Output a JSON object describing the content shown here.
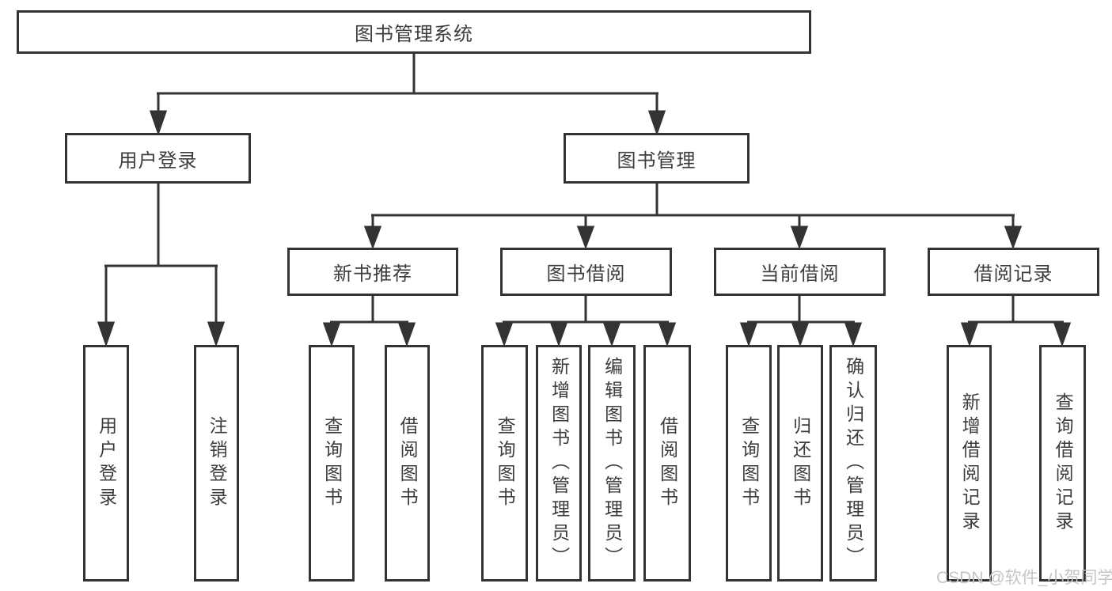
{
  "diagram": {
    "root": {
      "label": "图书管理系统"
    },
    "branches": [
      {
        "label": "用户登录",
        "children": [
          "用户登录",
          "注销登录"
        ]
      },
      {
        "label": "图书管理",
        "sections": [
          {
            "label": "新书推荐",
            "children": [
              "查询图书",
              "借阅图书"
            ]
          },
          {
            "label": "图书借阅",
            "children": [
              "查询图书",
              "新增图书（管理员）",
              "编辑图书（管理员）",
              "借阅图书"
            ]
          },
          {
            "label": "当前借阅",
            "children": [
              "查询图书",
              "归还图书",
              "确认归还（管理员）"
            ]
          },
          {
            "label": "借阅记录",
            "children": [
              "新增借阅记录",
              "查询借阅记录"
            ]
          }
        ]
      }
    ]
  },
  "watermark": {
    "text": "CSDN @软件_小贺同学"
  },
  "colors": {
    "line": "#333333",
    "text": "#3d3d3d",
    "node_background": "#ffffff",
    "page_background": "#ffffff",
    "watermark": "#c5c5c5"
  }
}
